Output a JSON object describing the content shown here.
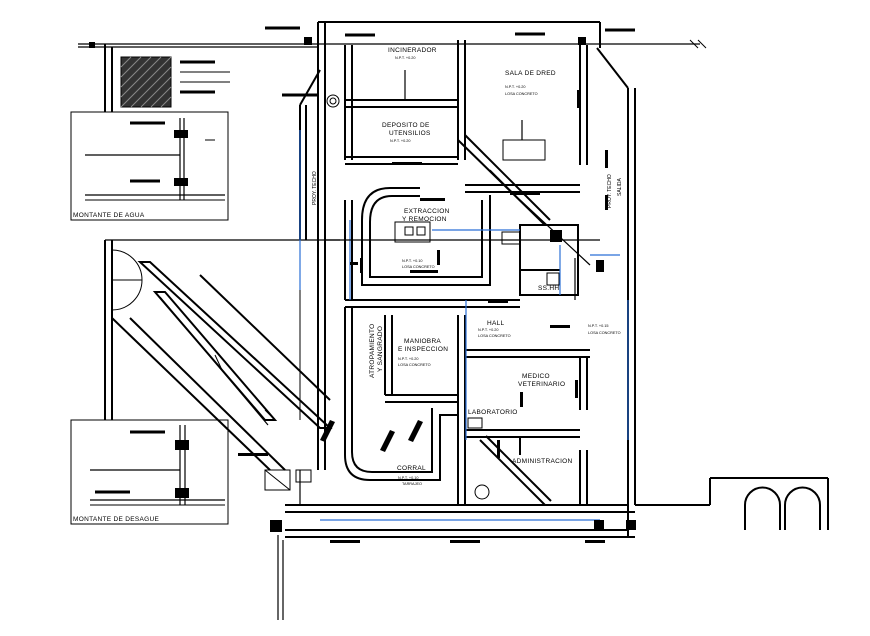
{
  "rooms": {
    "incinerador": "INCINERADOR",
    "sala_dred": "SALA DE DRED",
    "deposito_1": "DEPOSITO DE",
    "deposito_2": "UTENSILIOS",
    "extraccion_1": "EXTRACCION",
    "extraccion_2": "Y REMOCION",
    "ssh": "SS.HH",
    "hall": "HALL",
    "maniobra_1": "MANIOBRA",
    "maniobra_2": "E INSPECCION",
    "atropamiento_1": "ATROPAMIENTO",
    "atropamiento_2": "Y SANGRADO",
    "medico_1": "MEDICO",
    "medico_2": "VETERINARIO",
    "laboratorio": "LABORATORIO",
    "administracion": "ADMINISTRACION",
    "corral": "CORRAL",
    "proy_techo": "PROY. TECHO",
    "salida": "SALIDA"
  },
  "levels": {
    "npt_020": "N.P.T. +0.20",
    "npt_010": "N.P.T. +0.10",
    "npt_015": "N.P.T. +0.15",
    "losa": "LOSA CONCRETO",
    "tarrajeo": "TARRAJEO"
  },
  "details": {
    "montante_agua": "MONTANTE DE AGUA",
    "montante_desague": "MONTANTE DE DESAGUE"
  },
  "colors": {
    "lines": "#000000",
    "pipe_blue": "#2a6fd6",
    "background": "#ffffff"
  }
}
